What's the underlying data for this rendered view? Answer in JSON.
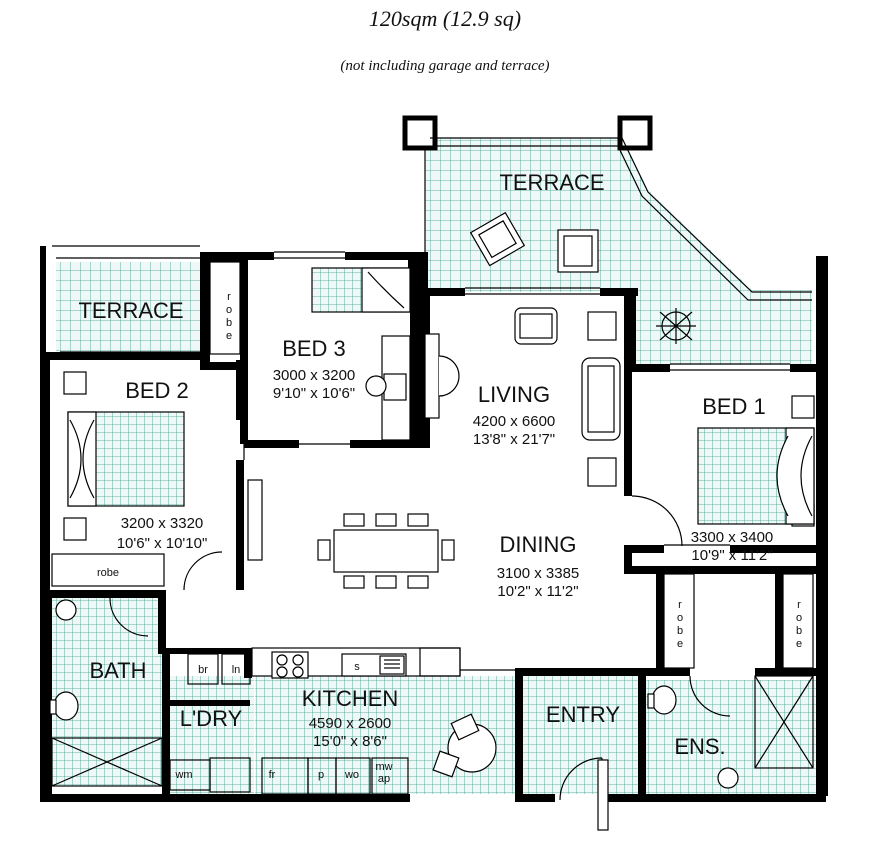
{
  "header": {
    "area": "120sqm (12.9 sq)",
    "note": "(not including garage and terrace)"
  },
  "rooms": {
    "terrace_main": {
      "name": "TERRACE"
    },
    "terrace_side": {
      "name": "TERRACE"
    },
    "bed3": {
      "name": "BED 3",
      "metric": "3000 x 3200",
      "imperial": "9'10\" x 10'6\""
    },
    "bed2": {
      "name": "BED 2",
      "metric": "3200 x 3320",
      "imperial": "10'6\" x 10'10\""
    },
    "living": {
      "name": "LIVING",
      "metric": "4200 x 6600",
      "imperial": "13'8\" x 21'7\""
    },
    "bed1": {
      "name": "BED 1",
      "metric": "3300 x 3400",
      "imperial": "10'9\" x 11'2\""
    },
    "dining": {
      "name": "DINING",
      "metric": "3100 x 3385",
      "imperial": "10'2\" x 11'2\""
    },
    "kitchen": {
      "name": "KITCHEN",
      "metric": "4590 x 2600",
      "imperial": "15'0\" x 8'6\""
    },
    "bath": {
      "name": "BATH"
    },
    "laundry": {
      "name": "L'DRY"
    },
    "entry": {
      "name": "ENTRY"
    },
    "ensuite": {
      "name": "ENS."
    }
  },
  "fixtures": {
    "robe": "robe",
    "robe_letters": [
      "r",
      "o",
      "b",
      "e"
    ],
    "br": "br",
    "ln": "ln",
    "s": "s",
    "wm": "wm",
    "fr": "fr",
    "p": "p",
    "wo": "wo",
    "mw": "mw",
    "ap": "ap"
  },
  "colors": {
    "tile": "#3a9c8c",
    "tile_bg": "#eef8f6",
    "wall": "#000000"
  }
}
